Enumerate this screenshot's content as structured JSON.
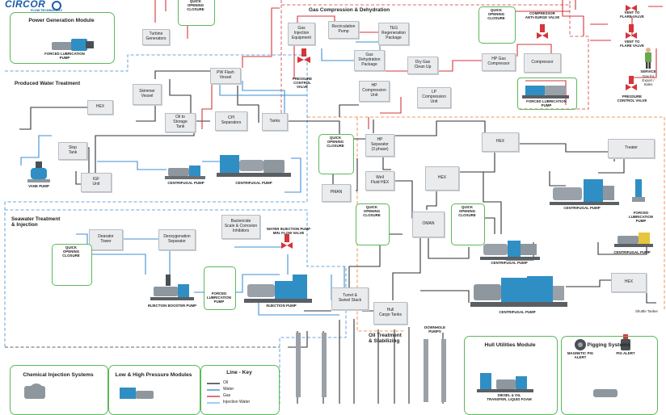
{
  "brand": {
    "name": "CIRCOR",
    "tagline": "FLOW TECHNOLOGY"
  },
  "sections": {
    "power": "Power Generation Module",
    "produced_water": "Produced Water Treatment",
    "seawater": "Seawater Treatment\n& Injection",
    "gas": "Gas Compression & Dehydration",
    "oil": "Oil Treatment\n& Stabilizing",
    "hull": "Hull Utilities Module",
    "pigging": "Pigging Systems",
    "chemical": "Chemical Injection Systems",
    "lowhigh": "Low & High Pressure Modules"
  },
  "boxes": {
    "turbine": "Turbine\nGenerators",
    "pw_flash": "PW Flash\nVessel",
    "hex_pw": "HEX",
    "skimmer": "Skimmer\nVessel",
    "oil_storage": "Oil to\nStorage\nTank",
    "cpi": "CPI\nSeparators",
    "tanks": "Tanks",
    "slop": "Slop\nTank",
    "igf": "IGF\nUnit",
    "gas_inj": "Gas\nInjection\nEquipment",
    "recirc": "Recirculation\nPump",
    "teg": "TEG\nRegeneration\nPackage",
    "gas_dehy": "Gas\nDehydration\nPackage",
    "dry_gas": "Dry Gas\nClean Up",
    "hp_gas": "HP Gas\nCompressor",
    "compressor": "Compressor",
    "hp_comp": "HP\nCompression\nUnit",
    "lp_comp": "LP\nCompression\nUnit",
    "hp_sep": "HP\nSeparator\n(3 phase)",
    "well_fluid": "Well\nFluid HEX",
    "pman": "PMAN",
    "hex_mid": "HEX",
    "oman": "OMAN",
    "hex_oil": "HEX",
    "treater": "Treater",
    "hex_right": "HEX",
    "deaerator": "Dearator\nTower",
    "deoxy": "Deoxygenation\nSeparator",
    "bactericide": "Bactericide\nScale & Corrosion\nInhibitors",
    "turret": "Turret &\nSwivel Stack",
    "hull_cargo": "Hull\nCargo Tanks"
  },
  "labels": {
    "quick_opening": "QUICK\nOPENING\nCLOSURE",
    "forced_lube": "FORCED LUBRICATION\nPUMP",
    "forced_lube_stack": "FORCED\nLUBRICATION\nPUMP",
    "centrifugal": "CENTRIFUGAL PUMP",
    "vane": "VANE PUMP",
    "injection_booster": "INJECTION BOOSTER PUMP",
    "injection": "INJECTION PUMP",
    "water_inj_valve": "WATER INJECTION PUMP\nMIN. FLOW VALVE",
    "pressure_control": "PRESSURE\nCONTROL\nVALVE",
    "pressure_control2": "PRESSURE\nCONTROL VALVE",
    "comp_anti_surge": "COMPRESSOR\nANTI-SURGE VALVE",
    "vent1": "VENT TO\nFLARE VALVE",
    "vent2": "VENT TO\nFLARE VALVE",
    "service": "SERVICE",
    "gas_export": "Gas for\nExport /\nSales",
    "shuttle": "Shuttle Tanker",
    "downhole": "DOWNHOLE\nPUMPS",
    "magnetic": "MAGNETIC PIG\nALERT",
    "pig_alert": "PIG ALERT",
    "diesel": "DIESEL & OIL\nTRANSFER, LIQUID FOAM"
  },
  "line_key": {
    "title": "Line - Key",
    "items": [
      {
        "name": "Oil",
        "color": "#2b2b2b"
      },
      {
        "name": "Water",
        "color": "#3a8fd6"
      },
      {
        "name": "Gas",
        "color": "#d7333a"
      },
      {
        "name": "Injection Water",
        "color": "#7ab8e8"
      }
    ]
  },
  "colors": {
    "oil": "#2f3235",
    "water": "#3d8fd4",
    "gas": "#d5343b",
    "green": "#5cb85c",
    "box": "#e9ebed",
    "pump": "#2f8fc4"
  }
}
